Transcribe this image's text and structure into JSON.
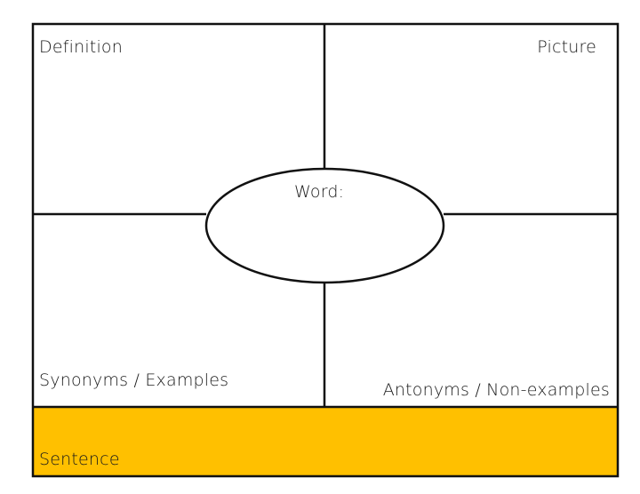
{
  "organizer": {
    "definition_label": "Definition",
    "picture_label": "Picture",
    "word_label": "Word:",
    "synonyms_label": "Synonyms / Examples",
    "antonyms_label": "Antonyms / Non-examples",
    "sentence_label": "Sentence"
  },
  "colors": {
    "sentence_band": "#FFC000",
    "lines": "#111111",
    "background": "#FFFFFF"
  }
}
